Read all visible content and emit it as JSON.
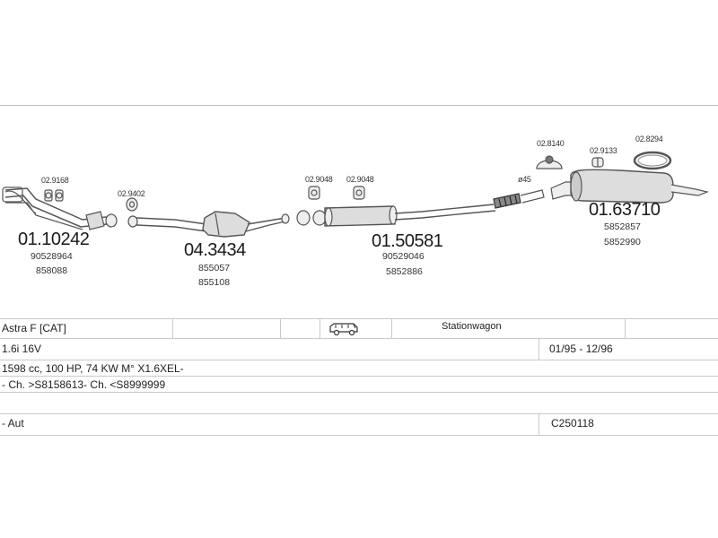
{
  "parts": {
    "front_pipe": {
      "number": "01.10242",
      "refs": [
        "90528964",
        "858088"
      ],
      "accessory": "02.9168"
    },
    "catalyst": {
      "number": "04.3434",
      "refs": [
        "855057",
        "855108"
      ],
      "accessory": "02.9402"
    },
    "middle_silencer": {
      "number": "01.50581",
      "refs": [
        "90529046",
        "5852886"
      ],
      "accessories": [
        "02.9048",
        "02.9048"
      ]
    },
    "rear_silencer": {
      "number": "01.63710",
      "refs": [
        "5852857",
        "5852990"
      ],
      "accessories": [
        "02.8140",
        "02.9133",
        "02.8294"
      ]
    },
    "hose_label": "ø45"
  },
  "vehicle": {
    "model": "Astra F  [CAT]",
    "body_type": "Stationwagon",
    "engine": "1.6i 16V",
    "date_range": "01/95 - 12/96",
    "spec": "1598 cc, 100 HP, 74 KW M° X1.6XEL-",
    "chassis": "- Ch. >S8158613- Ch. <S8999999",
    "transmission": "- Aut",
    "code": "C250118"
  },
  "icons": {
    "car": "station-wagon-icon"
  }
}
